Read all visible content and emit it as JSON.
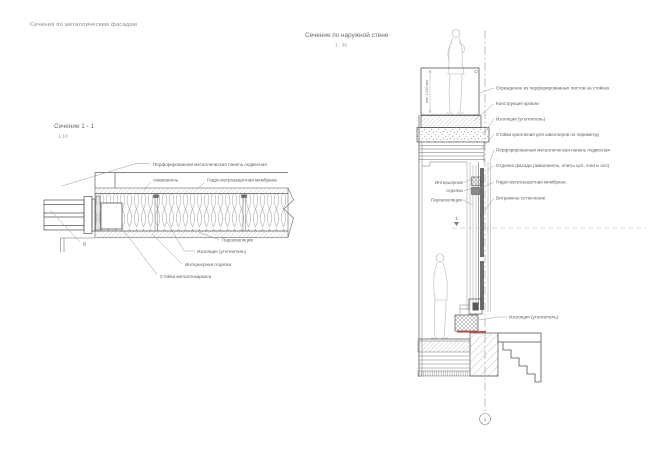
{
  "page_title": "Сечения по металлическим фасадам",
  "section_detail": {
    "title": "Сечение 1 - 1",
    "scale": "1:10",
    "labels": {
      "perforated_panel": "Перфорированная металлическая панель подвесная",
      "aquapanel": "Аквапанель",
      "membrane": "Гидро-ветрозащитная мембрана",
      "vapor_barrier": "Пароизоляция",
      "insulation": "Изоляция (утеплитель)",
      "interior_finish": "Интерьерная  отделка",
      "frame_post": "Стойка металлокаркаса",
      "detail_mark": "В"
    }
  },
  "section_wall": {
    "title": "Сечение по наружной стене",
    "scale": "1 : 30",
    "dimension": "min 1200 мм",
    "axis_marker": "1",
    "section_cut_mark": "1",
    "labels": {
      "railing": "Ограждение из перфорированных листов на стойках",
      "roof": "Конструкция кровли",
      "insulation_top": "Изоляция (утеплитель)",
      "posts": "Стойки крепления для швеллеров по периметру",
      "perforated_panel": "Перфорированная металлическая панель подвесная",
      "facade_finish": "Отделка фасада (аквапанель, плиты цсп, плиты осп)",
      "membrane": "Гидро-ветрозащитная мембрана",
      "glazing": "Витражное остекление",
      "interior_finish_line1": "Интерьерная",
      "interior_finish_line2": "отделка",
      "vapor_barrier": "Пароизоляция",
      "insulation_bottom": "Изоляция (утеплитель)"
    }
  },
  "colors": {
    "line": "#555555",
    "light_line": "#bfbfbf",
    "label": "#5f5f5f",
    "accent_red": "#c0392b"
  }
}
